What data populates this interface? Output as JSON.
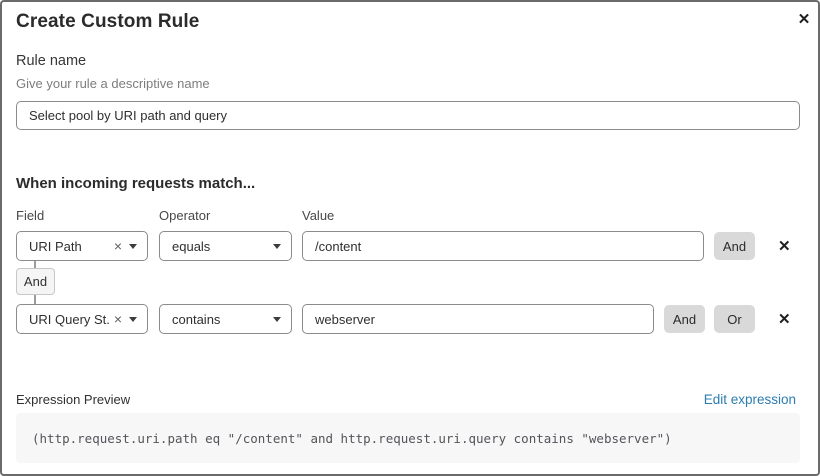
{
  "dialog": {
    "title": "Create Custom Rule"
  },
  "icons": {
    "close": "✕",
    "remove": "✕",
    "clear": "×"
  },
  "rule_name": {
    "label": "Rule name",
    "description": "Give your rule a descriptive name",
    "value": "Select pool by URI path and query"
  },
  "matcher": {
    "heading": "When incoming requests match...",
    "columns": {
      "field": "Field",
      "operator": "Operator",
      "value": "Value"
    },
    "connector": "And",
    "rows": [
      {
        "field": "URI Path",
        "operator": "equals",
        "value": "/content",
        "buttons": [
          "And"
        ]
      },
      {
        "field": "URI Query St...",
        "operator": "contains",
        "value": "webserver",
        "buttons": [
          "And",
          "Or"
        ]
      }
    ]
  },
  "expression": {
    "label": "Expression Preview",
    "edit_link": "Edit expression",
    "preview": "(http.request.uri.path eq \"/content\" and http.request.uri.query contains \"webserver\")"
  },
  "colors": {
    "link_blue": "#2c7cb0",
    "button_gray": "#d9d9d9",
    "code_bg": "#f7f7f8"
  }
}
